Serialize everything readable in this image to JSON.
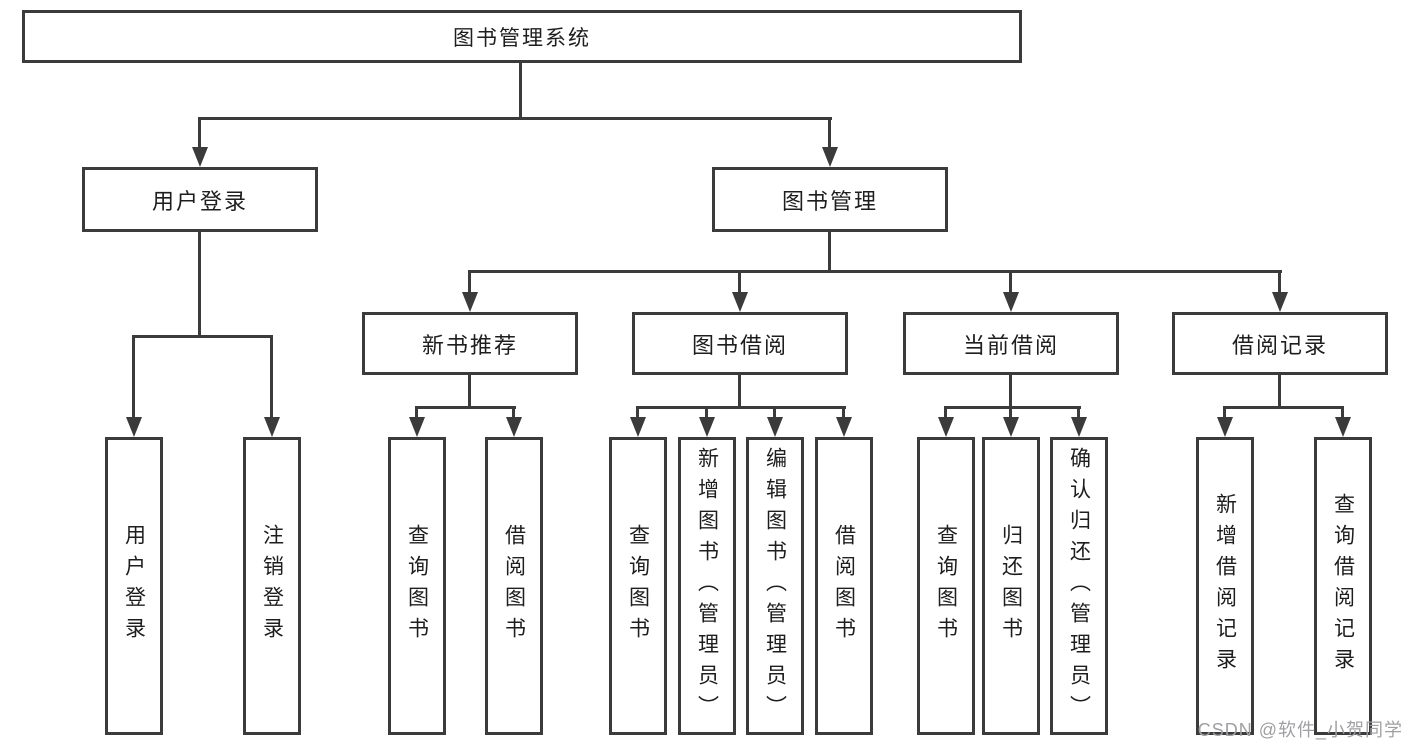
{
  "colors": {
    "line": "#3b3b3b",
    "text": "#1e1e1e",
    "background": "#ffffff",
    "watermark": "#a0a0a4"
  },
  "tree": {
    "root": {
      "label": "图书管理系统"
    },
    "branches": [
      {
        "label": "用户登录",
        "children": [
          {
            "label": "用户登录"
          },
          {
            "label": "注销登录"
          }
        ]
      },
      {
        "label": "图书管理",
        "children": [
          {
            "label": "新书推荐",
            "children": [
              {
                "label": "查询图书"
              },
              {
                "label": "借阅图书"
              }
            ]
          },
          {
            "label": "图书借阅",
            "children": [
              {
                "label": "查询图书"
              },
              {
                "label": "新增图书（管理员）"
              },
              {
                "label": "编辑图书（管理员）"
              },
              {
                "label": "借阅图书"
              }
            ]
          },
          {
            "label": "当前借阅",
            "children": [
              {
                "label": "查询图书"
              },
              {
                "label": "归还图书"
              },
              {
                "label": "确认归还（管理员）"
              }
            ]
          },
          {
            "label": "借阅记录",
            "children": [
              {
                "label": "新增借阅记录"
              },
              {
                "label": "查询借阅记录"
              }
            ]
          }
        ]
      }
    ]
  },
  "watermark": {
    "text": "CSDN @软件_小贺同学"
  }
}
